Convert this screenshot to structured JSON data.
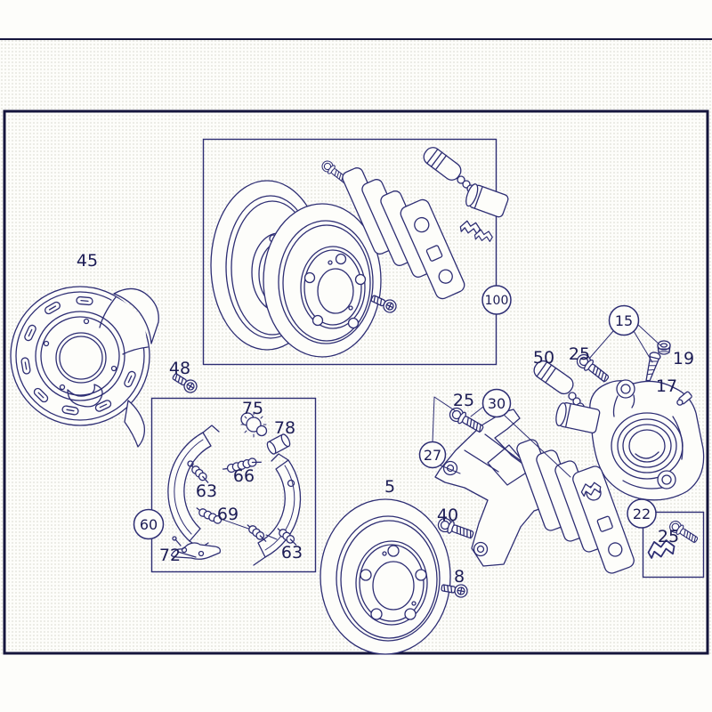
{
  "colors": {
    "line": "#2d2d73",
    "label": "#1c1c55",
    "frame": "#15153c",
    "accent_box": "#2d2d73",
    "background": "#fdfdfa",
    "texture_dot": "#c9cdbd"
  },
  "callouts": {
    "c5": "5",
    "c8": "8",
    "c15": "15",
    "c17": "17",
    "c19": "19",
    "c22": "22",
    "c25a": "25",
    "c25b": "25",
    "c25c": "25",
    "c27": "27",
    "c30": "30",
    "c40": "40",
    "c45": "45",
    "c48": "48",
    "c50": "50",
    "c60": "60",
    "c63a": "63",
    "c63b": "63",
    "c66": "66",
    "c69": "69",
    "c72": "72",
    "c75": "75",
    "c78": "78",
    "c100": "100"
  }
}
